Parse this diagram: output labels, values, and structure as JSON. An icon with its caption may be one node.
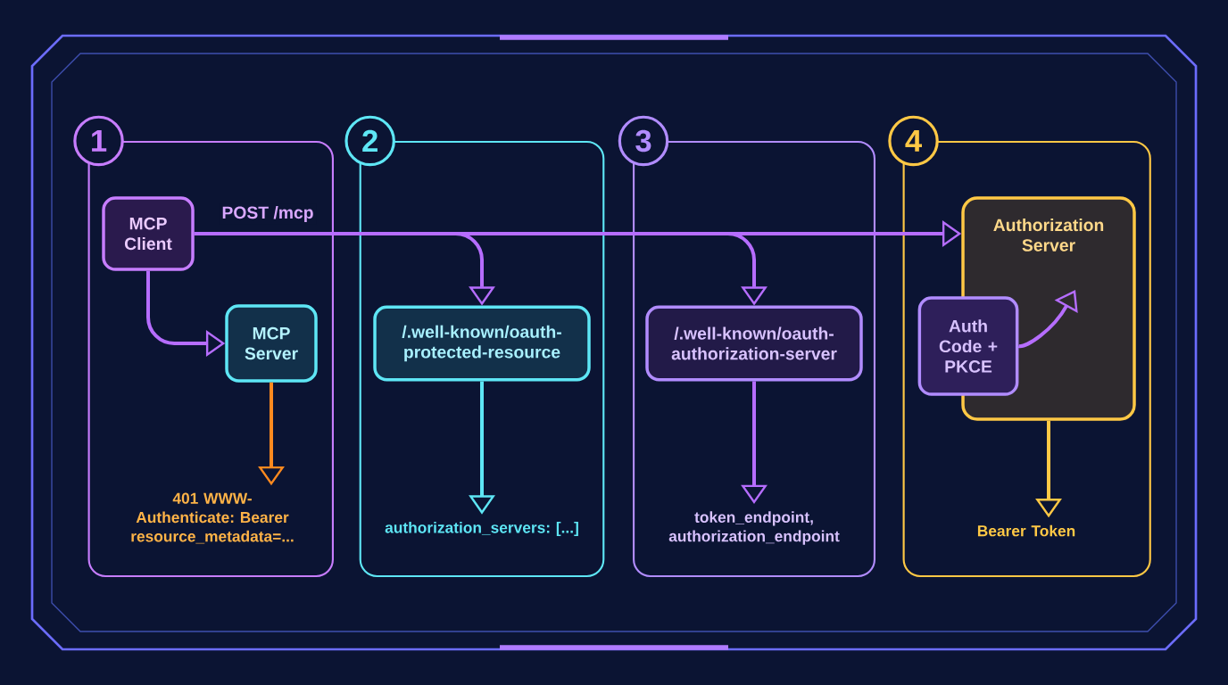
{
  "diagram": {
    "nodes": [
      {
        "text": [
          "1"
        ]
      },
      {
        "text": [
          "MCP Client"
        ],
        "in": 0
      },
      {
        "text": [
          "MCP Server"
        ],
        "in": 0
      },
      {
        "text": [
          "401 WWW-Authenticate: Bearer resource_metadata=..."
        ],
        "in": 0
      },
      {
        "text": [
          "2"
        ]
      },
      {
        "text": [
          "/.well-known/oauth-protected-resource"
        ],
        "in": 4
      },
      {
        "text": [
          "authorization_servers: [...]"
        ],
        "in": 4
      },
      {
        "text": [
          "3"
        ]
      },
      {
        "text": [
          "/.well-known/oauth-authorization-server"
        ],
        "in": 7
      },
      {
        "text": [
          "token_endpoint, authorization_endpoint"
        ],
        "in": 7
      },
      {
        "text": [
          "4"
        ]
      },
      {
        "text": [
          "Authorization Server"
        ],
        "in": 10
      },
      {
        "text": [
          "Auth Code + PKCE"
        ],
        "in": 10
      },
      {
        "text": [
          "Bearer Token"
        ],
        "in": 10
      }
    ],
    "edges": [
      {
        "from": 1,
        "to": 2,
        "arrow": "to"
      },
      {
        "from": 2,
        "to": 3,
        "arrow": "to",
        "color": "#ff8a1f"
      },
      {
        "from": 1,
        "to": 11,
        "arrow": "to",
        "label": "POST /mcp"
      },
      {
        "from": 1,
        "to": 5,
        "arrow": "to"
      },
      {
        "from": 1,
        "to": 8,
        "arrow": "to"
      },
      {
        "from": 5,
        "to": 6,
        "arrow": "to",
        "color": "#5ee6f5"
      },
      {
        "from": 8,
        "to": 9,
        "arrow": "to"
      },
      {
        "from": 12,
        "to": 11,
        "arrow": "to"
      },
      {
        "from": 11,
        "to": 13,
        "arrow": "to",
        "color": "#ffc845"
      }
    ]
  }
}
